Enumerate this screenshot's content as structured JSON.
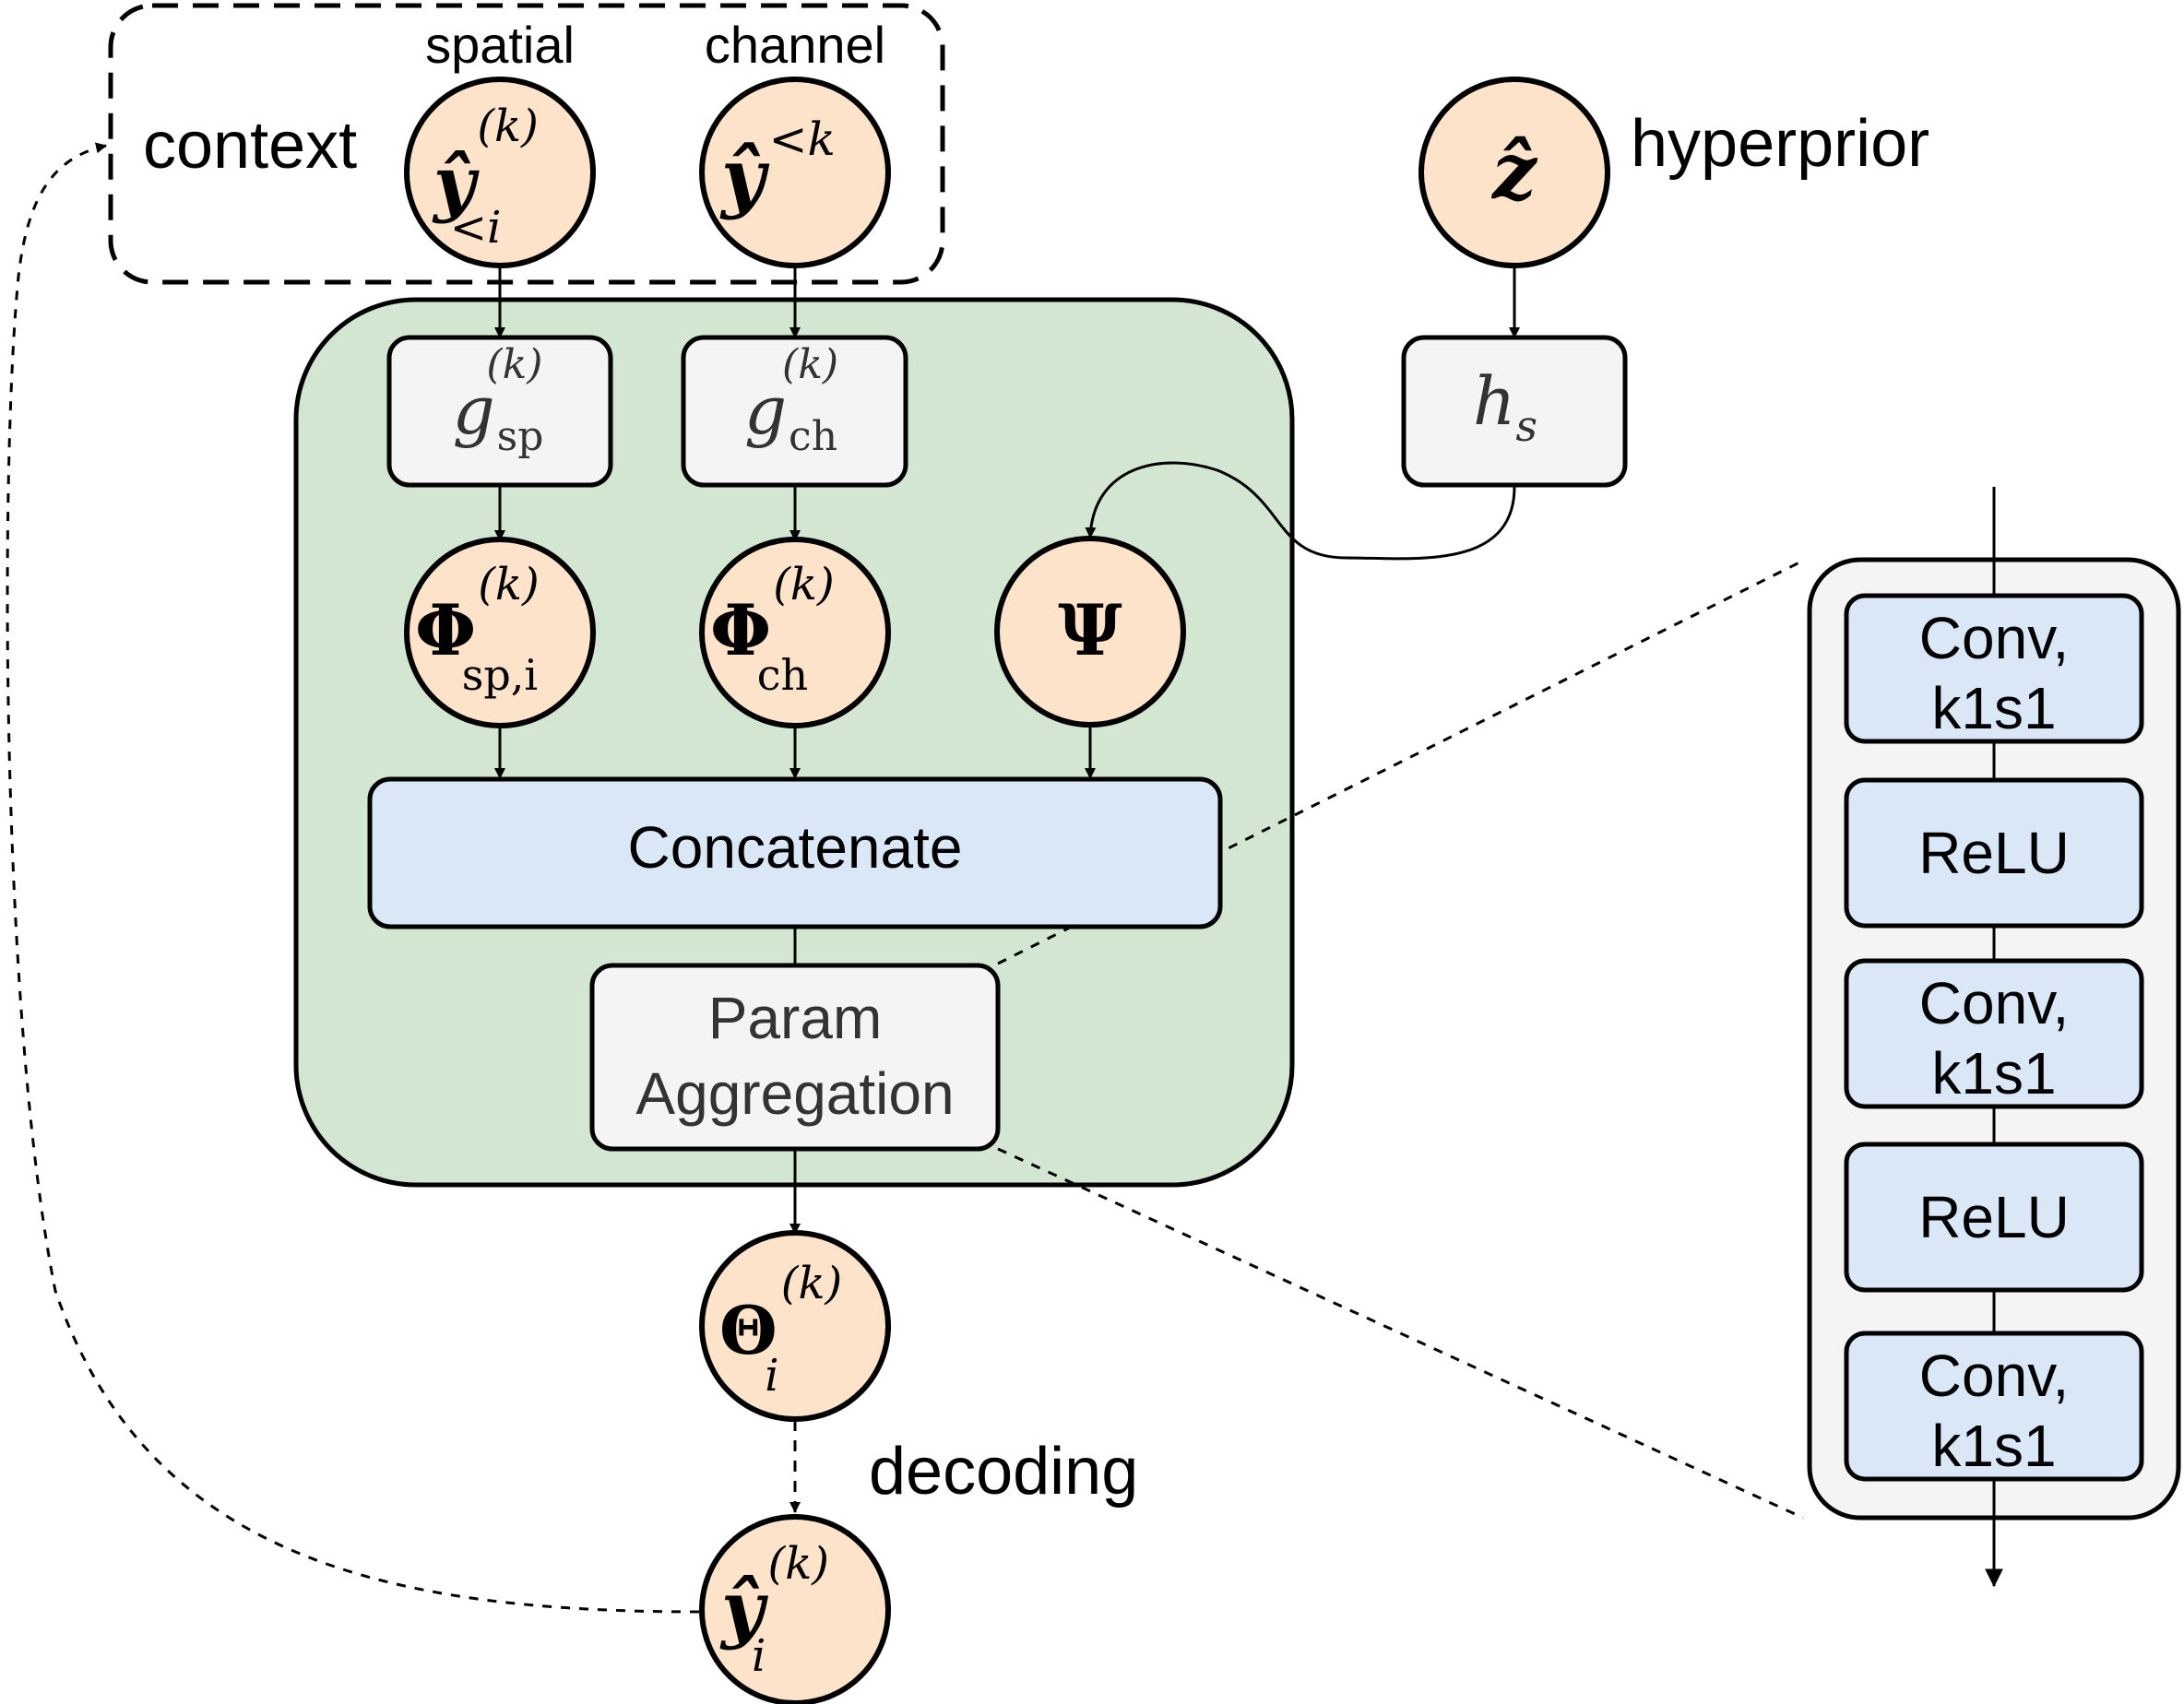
{
  "labels": {
    "context": "context",
    "spatial": "spatial",
    "channel": "channel",
    "hyperprior": "hyperprior",
    "decoding": "decoding"
  },
  "nodes": {
    "y_spatial": {
      "base": "ŷ",
      "sup": "(k)",
      "sub": "<i"
    },
    "y_channel": {
      "base": "ŷ",
      "sup": "<k"
    },
    "z_hat": {
      "base": "ẑ"
    },
    "g_sp": {
      "base": "g",
      "sup": "(k)",
      "sub": "sp"
    },
    "g_ch": {
      "base": "g",
      "sup": "(k)",
      "sub": "ch"
    },
    "h_s": {
      "base": "h",
      "sub": "s"
    },
    "phi_sp": {
      "base": "Φ",
      "sup": "(k)",
      "sub": "sp,i"
    },
    "phi_ch": {
      "base": "Φ",
      "sup": "(k)",
      "sub": "ch"
    },
    "psi": {
      "base": "Ψ"
    },
    "theta": {
      "base": "Θ",
      "sup": "(k)",
      "sub": "i"
    },
    "y_out": {
      "base": "ŷ",
      "sup": "(k)",
      "sub": "i"
    }
  },
  "blocks": {
    "concatenate": "Concatenate",
    "param_line1": "Param",
    "param_line2": "Aggregation"
  },
  "detail_stack": [
    {
      "line1": "Conv,",
      "line2": "k1s1"
    },
    {
      "line1": "ReLU",
      "line2": ""
    },
    {
      "line1": "Conv,",
      "line2": "k1s1"
    },
    {
      "line1": "ReLU",
      "line2": ""
    },
    {
      "line1": "Conv,",
      "line2": "k1s1"
    }
  ],
  "colors": {
    "node_fill": "#fde3c9",
    "green_panel": "#d3e6d2",
    "blue_block": "#dae7f7",
    "gray_block": "#f4f4f4",
    "stroke": "#000000"
  }
}
